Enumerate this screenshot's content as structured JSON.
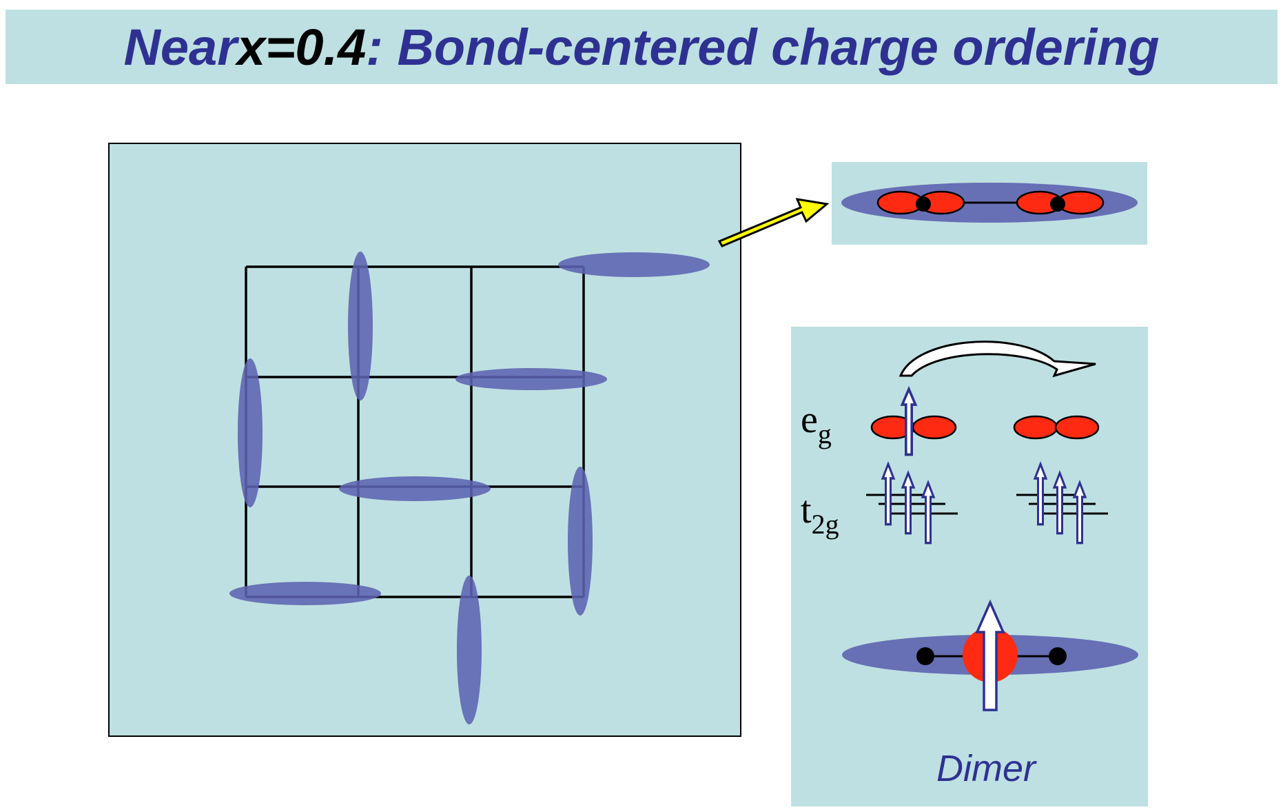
{
  "title": {
    "prefix": "Near ",
    "variable": "x=0.4",
    "suffix": " : Bond-centered charge ordering"
  },
  "energy_levels": {
    "eg_main": "e",
    "eg_sub": "g",
    "t2g_main": "t",
    "t2g_sub": "2g"
  },
  "dimer_label": "Dimer",
  "colors": {
    "panel_bg": "#bee0e2",
    "title_text": "#2e3192",
    "charge_ellipse": "#5d63b0",
    "orbital_red": "#ff2a12",
    "arrow_yellow": "#ffff00",
    "spin_arrow_outline": "#2e3192"
  },
  "icons": {
    "pointer": "yellow-arrow-icon",
    "hopping": "curved-hopping-arrow-icon",
    "spin": "spin-up-arrow-icon"
  }
}
